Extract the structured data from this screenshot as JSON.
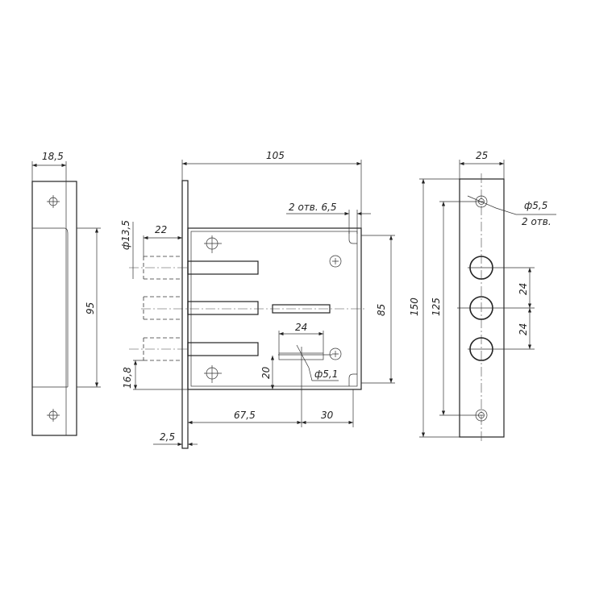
{
  "left_view": {
    "width": "18,5",
    "height": "95"
  },
  "front_view": {
    "width": "105",
    "holes_note": "2 отв. 6,5",
    "diameter": "ф13,5",
    "bolt_throw": "22",
    "height": "85",
    "offset": "16,8",
    "keyhole_width": "24",
    "keyhole_height": "20",
    "keyhole_diameter": "ф5,1",
    "backset": "67,5",
    "keyhole_to_edge": "30",
    "faceplate_thickness": "2,5"
  },
  "right_view": {
    "width": "25",
    "hole_diameter": "ф5,5",
    "hole_count": "2 отв.",
    "total_height": "150",
    "hole_spacing": "125",
    "bolt_spacing_1": "24",
    "bolt_spacing_2": "24"
  }
}
